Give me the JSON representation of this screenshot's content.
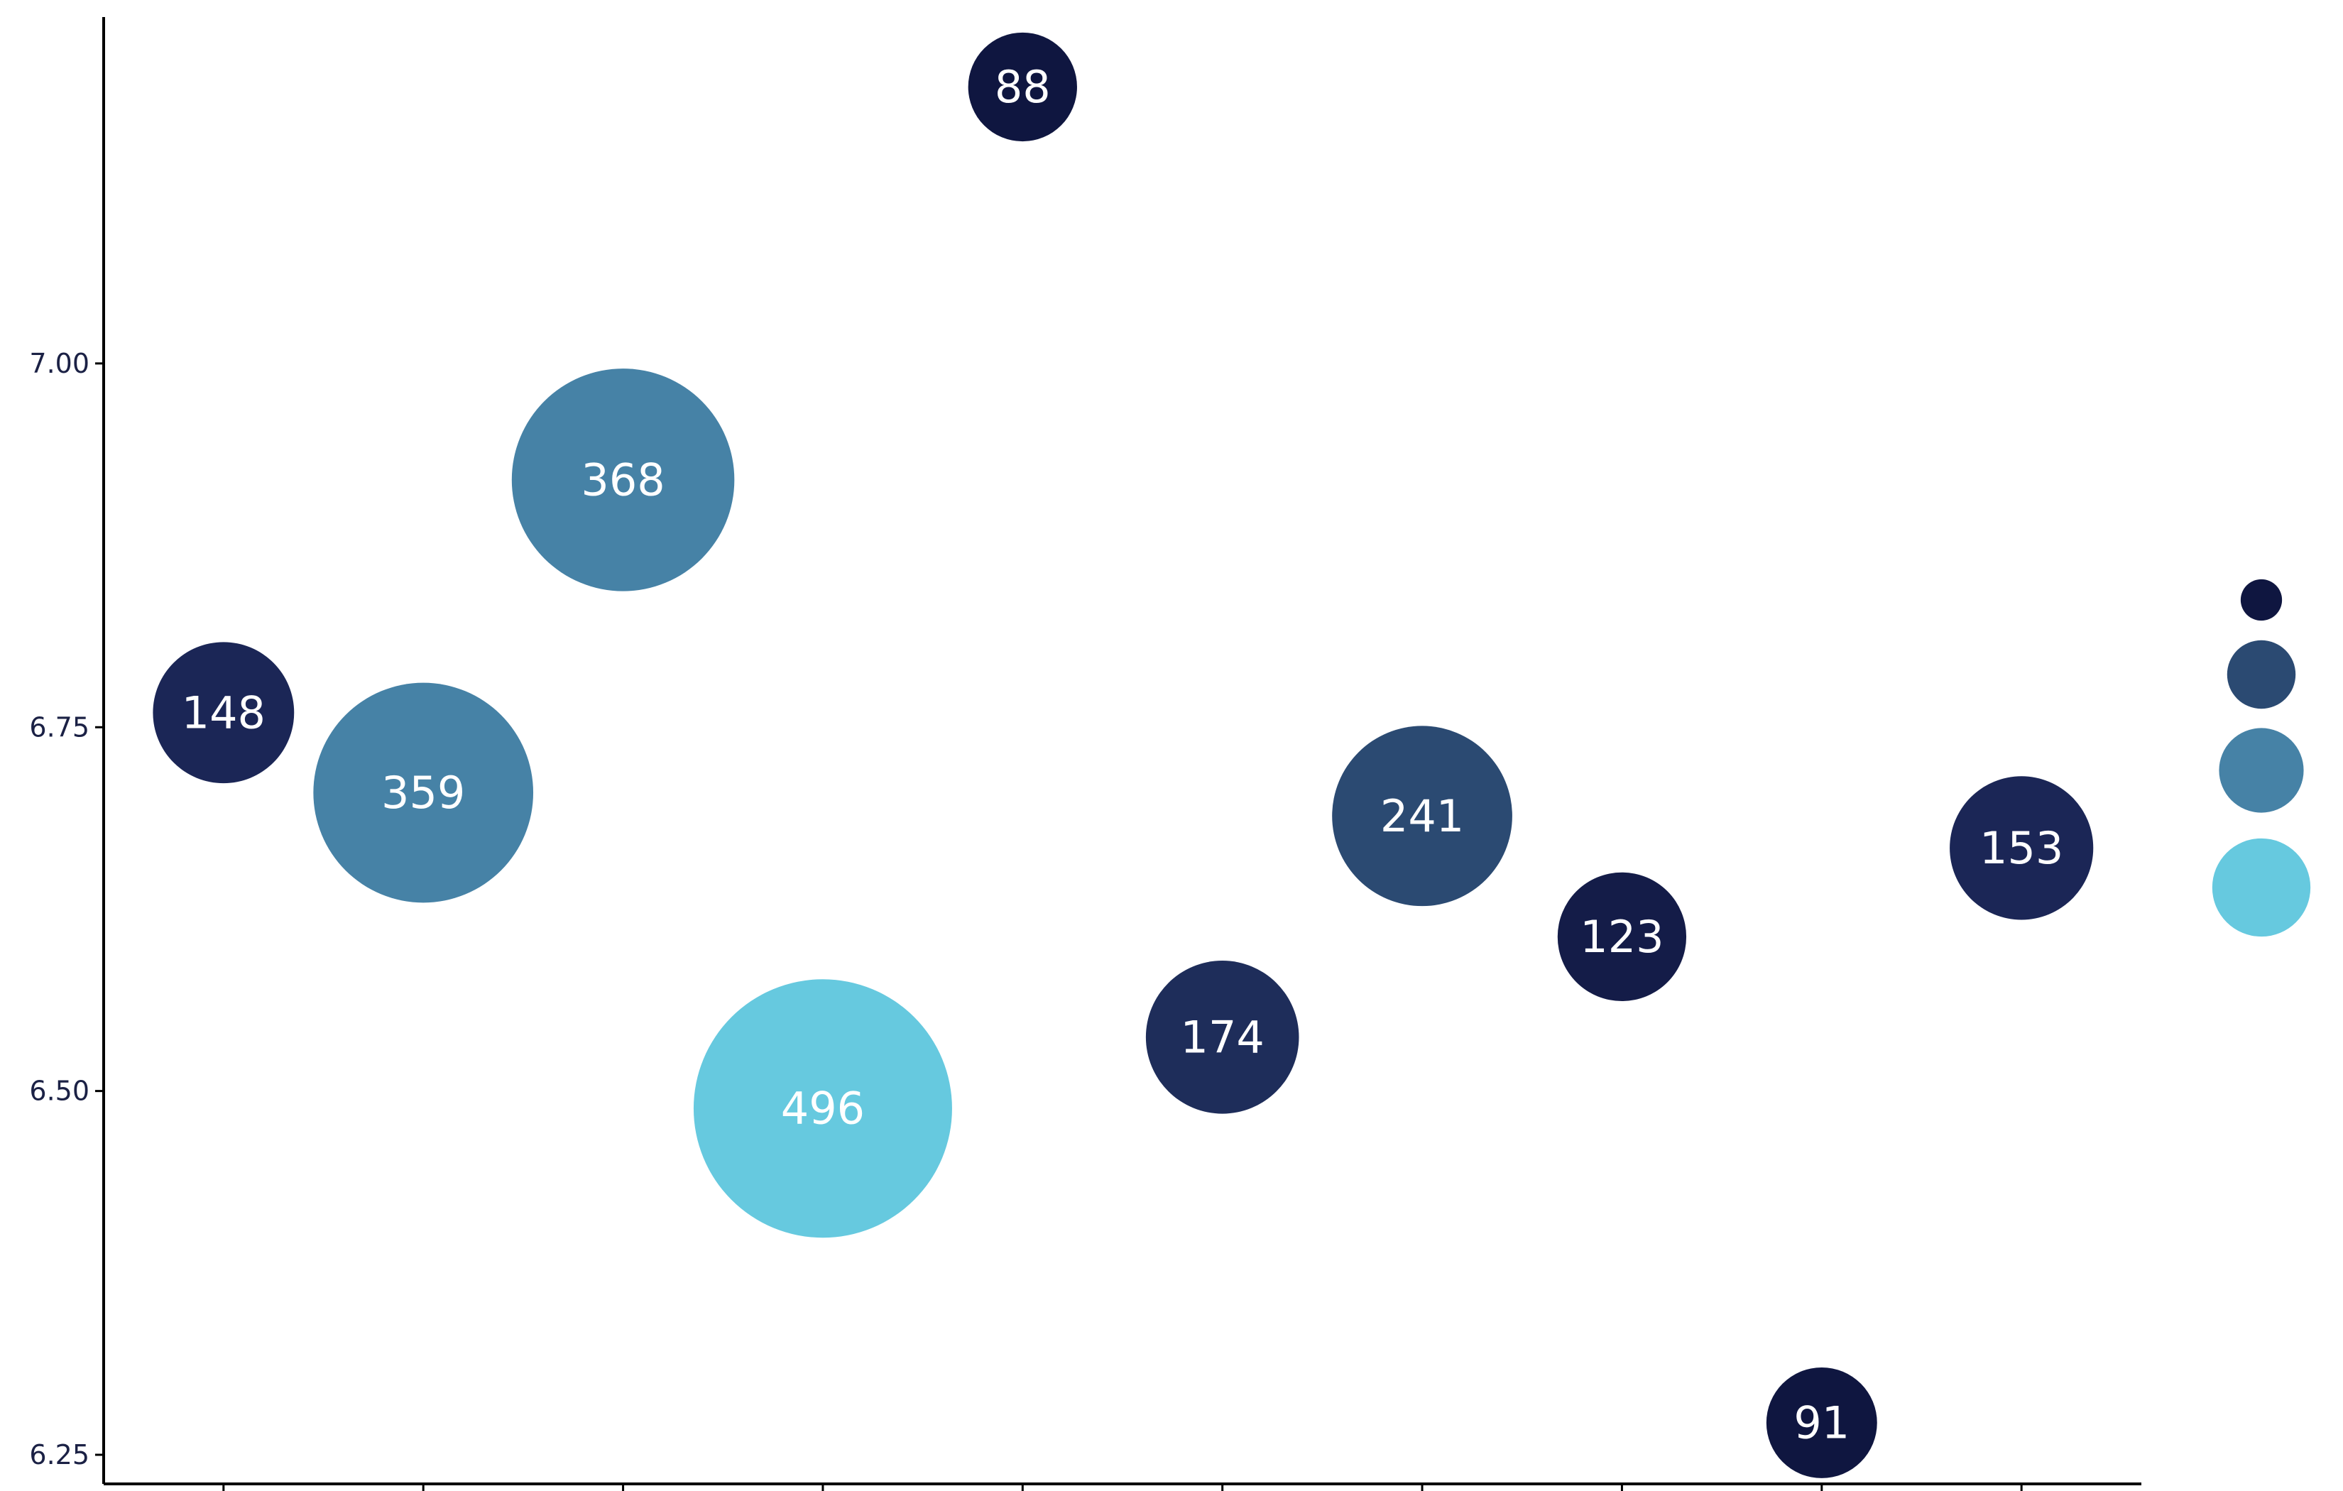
{
  "chart_data": {
    "type": "scatter",
    "title": "",
    "xlabel": "",
    "ylabel": "",
    "x": [
      1,
      2,
      3,
      4,
      5,
      6,
      7,
      8,
      9,
      10
    ],
    "x_tick_labels": [
      "",
      "",
      "",
      "",
      "",
      "",
      "",
      "",
      "",
      ""
    ],
    "xlim": [
      0.4,
      10.6
    ],
    "ylim": [
      6.23,
      7.24
    ],
    "y_ticks": [
      6.25,
      6.5,
      6.75,
      7.0
    ],
    "y_tick_labels": [
      "6.25",
      "6.50",
      "6.75",
      "7.00"
    ],
    "grid": false,
    "legend_position": "right",
    "legend_title": "",
    "legend_sizes": [
      88,
      241,
      368,
      496
    ],
    "legend_colors": [
      "#0f1640",
      "#2b4a72",
      "#4682a6",
      "#66c9df"
    ],
    "points": [
      {
        "x": 1,
        "y": 6.76,
        "size": 148,
        "label": "148",
        "color": "#1b2656"
      },
      {
        "x": 2,
        "y": 6.705,
        "size": 359,
        "label": "359",
        "color": "#4682a6"
      },
      {
        "x": 3,
        "y": 6.92,
        "size": 368,
        "label": "368",
        "color": "#4682a6"
      },
      {
        "x": 4,
        "y": 6.488,
        "size": 496,
        "label": "496",
        "color": "#66c9df"
      },
      {
        "x": 5,
        "y": 7.19,
        "size": 88,
        "label": "88",
        "color": "#0f1640"
      },
      {
        "x": 6,
        "y": 6.537,
        "size": 174,
        "label": "174",
        "color": "#1e2d5a"
      },
      {
        "x": 7,
        "y": 6.689,
        "size": 241,
        "label": "241",
        "color": "#2b4a72"
      },
      {
        "x": 8,
        "y": 6.606,
        "size": 123,
        "label": "123",
        "color": "#141c48"
      },
      {
        "x": 9,
        "y": 6.272,
        "size": 91,
        "label": "91",
        "color": "#0f1640"
      },
      {
        "x": 10,
        "y": 6.667,
        "size": 153,
        "label": "153",
        "color": "#1b2656"
      }
    ]
  }
}
